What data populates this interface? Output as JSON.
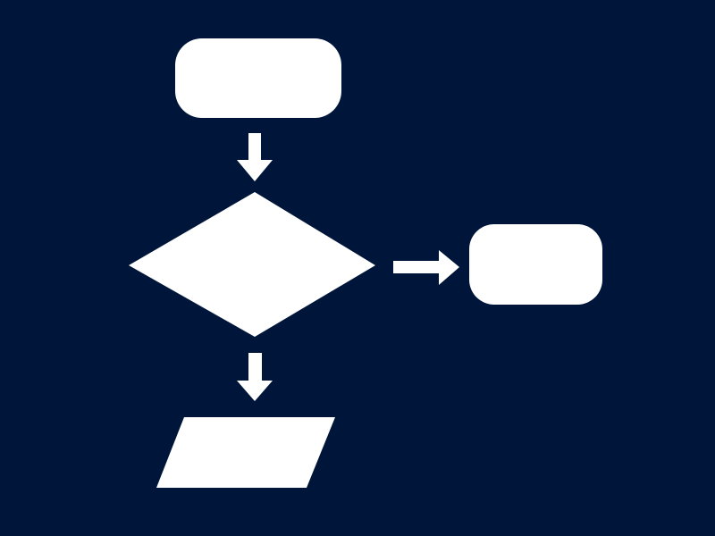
{
  "diagram": {
    "background_color": "#00153a",
    "shape_color": "#ffffff",
    "nodes": [
      {
        "id": "start",
        "type": "terminator",
        "label": ""
      },
      {
        "id": "decision",
        "type": "decision",
        "label": ""
      },
      {
        "id": "end",
        "type": "terminator",
        "label": ""
      },
      {
        "id": "io",
        "type": "input-output",
        "label": ""
      }
    ],
    "edges": [
      {
        "from": "start",
        "to": "decision",
        "direction": "down"
      },
      {
        "from": "decision",
        "to": "end",
        "direction": "right"
      },
      {
        "from": "decision",
        "to": "io",
        "direction": "down"
      }
    ]
  }
}
